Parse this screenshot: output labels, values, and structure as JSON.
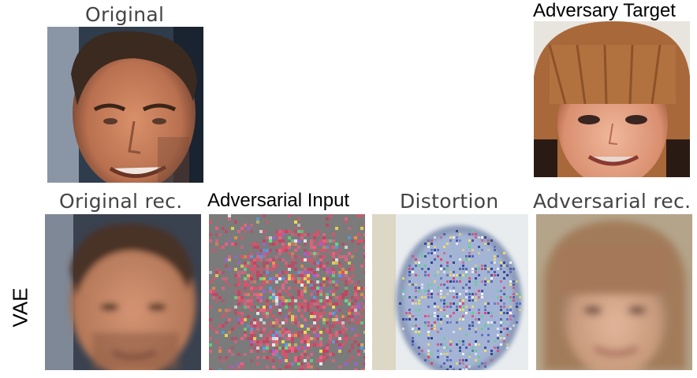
{
  "figure": {
    "titles": {
      "original": "Original",
      "adversary_target": "Adversary Target",
      "original_rec": "Original rec.",
      "adversarial_input": "Adversarial Input",
      "distortion": "Distortion",
      "adversarial_rec": "Adversarial rec."
    },
    "row_label": "VAE"
  },
  "colors": {
    "text_gray": "#444444",
    "text_black": "#000000"
  }
}
